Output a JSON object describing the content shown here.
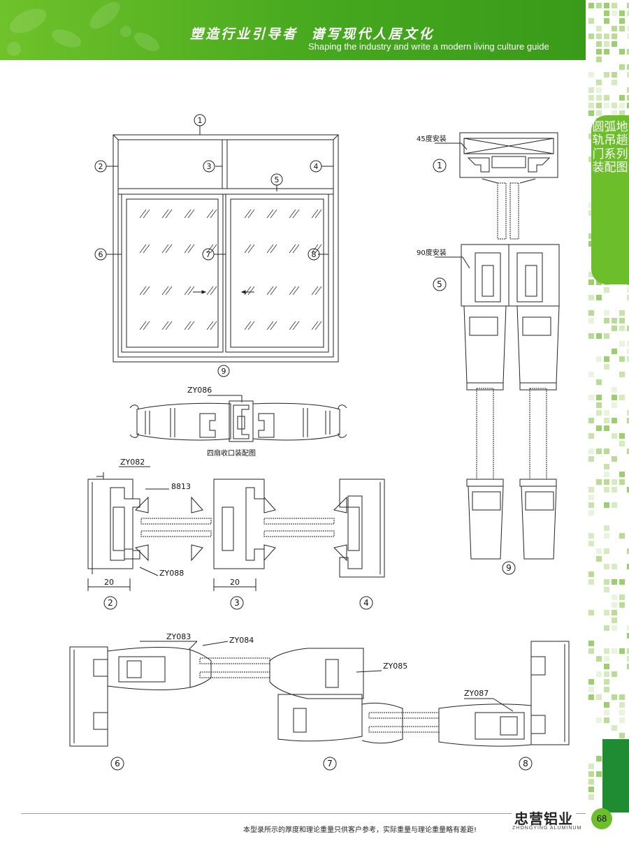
{
  "header": {
    "slogan_cn": "塑造行业引导者  谱写现代人居文化",
    "slogan_en": "Shaping the industry and write a modern living culture guide"
  },
  "side_tab": {
    "title": "圆弧地轨吊趟门系列装配图"
  },
  "front_view": {
    "callouts": [
      "1",
      "2",
      "3",
      "4",
      "5",
      "6",
      "7",
      "8"
    ],
    "caption_number": "9"
  },
  "section_9_top": {
    "part_label": "ZY086",
    "caption": "四扇收口装配图"
  },
  "section_2_3_4": {
    "part_labels": [
      "ZY082",
      "8813",
      "ZY088"
    ],
    "dimensions": [
      "20",
      "20"
    ],
    "section_numbers": [
      "2",
      "3",
      "4"
    ]
  },
  "section_6_7_8": {
    "part_labels": [
      "ZY083",
      "ZY084",
      "ZY085",
      "ZY087"
    ],
    "section_numbers": [
      "6",
      "7",
      "8"
    ]
  },
  "vertical_section": {
    "label_45": "45度安装",
    "label_90": "90度安装",
    "section_numbers": [
      "1",
      "5",
      "9"
    ]
  },
  "footer": {
    "brand_cn": "忠营铝业",
    "brand_en": "ZHONGYING ALUMINUM",
    "disclaimer": "本型录所示的厚度和理论重量只供客户参考，实际重量与理论重量略有差距!",
    "page_number": "68"
  },
  "colors": {
    "header_green": "#46a81e",
    "side_tab_green": "#6cbe2a",
    "dark_green": "#1f8c34"
  }
}
